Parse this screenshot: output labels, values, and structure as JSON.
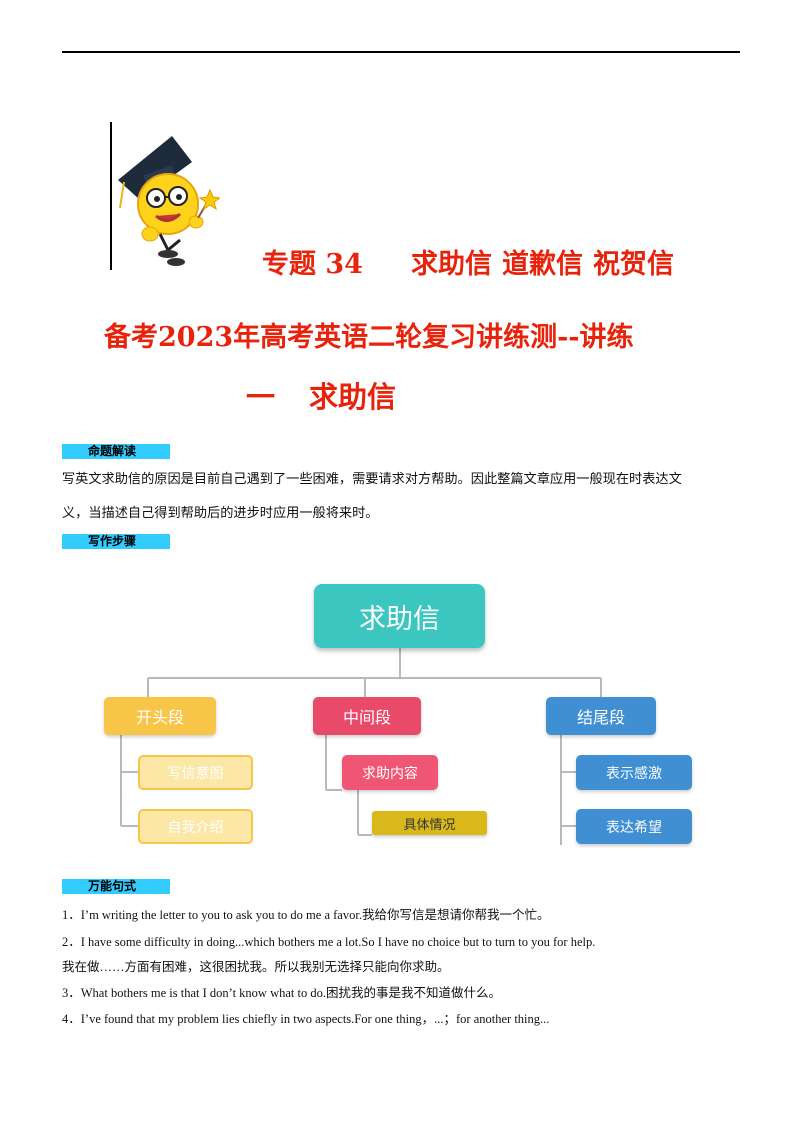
{
  "header": {
    "title_topic": "专题 34",
    "title_a": "求助信",
    "title_b": "道歉信",
    "title_c": "祝贺信",
    "subtitle": "备考2023年高考英语二轮复习讲练测--讲练",
    "section_number": "一",
    "section_title": "求助信"
  },
  "sections": {
    "analysis_tag": "命题解读",
    "analysis_text_1": "写英文求助信的原因是目前自己遇到了一些困难，需要请求对方帮助。因此整篇文章应用一般现在时表达文",
    "analysis_text_2": "义，当描述自己得到帮助后的进步时应用一般将来时。",
    "steps_tag": "写作步骤",
    "phrases_tag": "万能句式"
  },
  "diagram": {
    "root": "求助信",
    "opening": "开头段",
    "opening_items": [
      "写信意图",
      "自我介绍"
    ],
    "middle": "中间段",
    "middle_item": "求助内容",
    "middle_sub": "具体情况",
    "ending": "结尾段",
    "ending_items": [
      "表示感激",
      "表达希望"
    ],
    "colors": {
      "root": "#3cc6c0",
      "opening": "#f7c648",
      "middle": "#e94a6a",
      "middle_sub": "#d8b81a",
      "ending": "#3f8fd2"
    }
  },
  "phrases": [
    "1．I’m writing the letter to you to ask you to do me a favor.我给你写信是想请你帮我一个忙。",
    "2．I have some difficulty in doing...which bothers me a lot.So I have no choice but to turn to you for help.",
    "我在做……方面有困难，这很困扰我。所以我别无选择只能向你求助。",
    "3．What bothers me is that I don’t know what to do.困扰我的事是我不知道做什么。",
    "4．I’ve found that my problem lies chiefly in two aspects.For one thing，...；for another thing..."
  ]
}
